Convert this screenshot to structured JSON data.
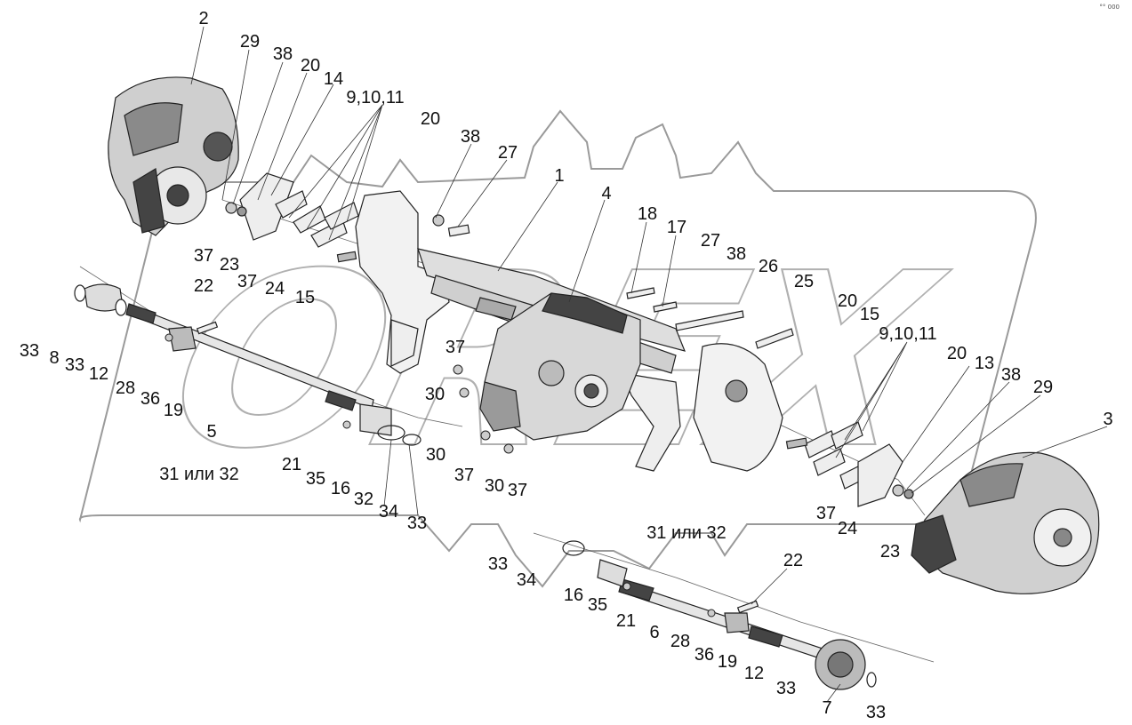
{
  "diagram": {
    "corner_mark": "°° 000",
    "watermark": "OREX",
    "labels": [
      {
        "id": "l2",
        "text": "2"
      },
      {
        "id": "l29a",
        "text": "29"
      },
      {
        "id": "l38a",
        "text": "38"
      },
      {
        "id": "l20a",
        "text": "20"
      },
      {
        "id": "l14",
        "text": "14"
      },
      {
        "id": "l91011a",
        "text": "9,10,11"
      },
      {
        "id": "l20b",
        "text": "20"
      },
      {
        "id": "l38b",
        "text": "38"
      },
      {
        "id": "l27a",
        "text": "27"
      },
      {
        "id": "l1",
        "text": "1"
      },
      {
        "id": "l4",
        "text": "4"
      },
      {
        "id": "l18",
        "text": "18"
      },
      {
        "id": "l17",
        "text": "17"
      },
      {
        "id": "l27b",
        "text": "27"
      },
      {
        "id": "l38c",
        "text": "38"
      },
      {
        "id": "l26",
        "text": "26"
      },
      {
        "id": "l25",
        "text": "25"
      },
      {
        "id": "l20c",
        "text": "20"
      },
      {
        "id": "l15a",
        "text": "15"
      },
      {
        "id": "l91011b",
        "text": "9,10,11"
      },
      {
        "id": "l20d",
        "text": "20"
      },
      {
        "id": "l13",
        "text": "13"
      },
      {
        "id": "l38d",
        "text": "38"
      },
      {
        "id": "l29b",
        "text": "29"
      },
      {
        "id": "l3",
        "text": "3"
      },
      {
        "id": "l37a",
        "text": "37"
      },
      {
        "id": "l23a",
        "text": "23"
      },
      {
        "id": "l22a",
        "text": "22"
      },
      {
        "id": "l37b",
        "text": "37"
      },
      {
        "id": "l24a",
        "text": "24"
      },
      {
        "id": "l15b",
        "text": "15"
      },
      {
        "id": "l33a",
        "text": "33"
      },
      {
        "id": "l8",
        "text": "8"
      },
      {
        "id": "l33b",
        "text": "33"
      },
      {
        "id": "l12a",
        "text": "12"
      },
      {
        "id": "l28a",
        "text": "28"
      },
      {
        "id": "l36a",
        "text": "36"
      },
      {
        "id": "l19a",
        "text": "19"
      },
      {
        "id": "l5",
        "text": "5"
      },
      {
        "id": "l37c",
        "text": "37"
      },
      {
        "id": "l30a",
        "text": "30"
      },
      {
        "id": "l30b",
        "text": "30"
      },
      {
        "id": "l37d",
        "text": "37"
      },
      {
        "id": "l30c",
        "text": "30"
      },
      {
        "id": "l37e",
        "text": "37"
      },
      {
        "id": "l31a",
        "text": "31 или 32"
      },
      {
        "id": "l21a",
        "text": "21"
      },
      {
        "id": "l35a",
        "text": "35"
      },
      {
        "id": "l16a",
        "text": "16"
      },
      {
        "id": "l32a",
        "text": "32"
      },
      {
        "id": "l34a",
        "text": "34"
      },
      {
        "id": "l33c",
        "text": "33"
      },
      {
        "id": "l37f",
        "text": "37"
      },
      {
        "id": "l24b",
        "text": "24"
      },
      {
        "id": "l23b",
        "text": "23"
      },
      {
        "id": "l31b",
        "text": "31 или 32"
      },
      {
        "id": "l22b",
        "text": "22"
      },
      {
        "id": "l33d",
        "text": "33"
      },
      {
        "id": "l34b",
        "text": "34"
      },
      {
        "id": "l16b",
        "text": "16"
      },
      {
        "id": "l35b",
        "text": "35"
      },
      {
        "id": "l21b",
        "text": "21"
      },
      {
        "id": "l6",
        "text": "6"
      },
      {
        "id": "l28b",
        "text": "28"
      },
      {
        "id": "l36b",
        "text": "36"
      },
      {
        "id": "l19b",
        "text": "19"
      },
      {
        "id": "l12b",
        "text": "12"
      },
      {
        "id": "l33e",
        "text": "33"
      },
      {
        "id": "l7",
        "text": "7"
      },
      {
        "id": "l33f",
        "text": "33"
      }
    ]
  }
}
